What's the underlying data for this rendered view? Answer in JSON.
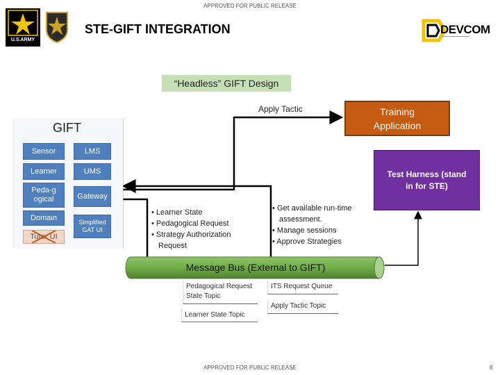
{
  "header": {
    "top_release": "APPROVED FOR PUBLIC RELEASE",
    "title": "STE-GIFT INTEGRATION",
    "army_logo_text": "U.S.ARMY",
    "devcom_logo_text": "DEVCOM"
  },
  "diagram": {
    "headless_label": "“Headless” GIFT Design",
    "apply_tactic_label": "Apply Tactic",
    "training_app": "Training Application",
    "test_harness": "Test Harness (stand in for STE)",
    "gift": {
      "title": "GIFT",
      "boxes": [
        "Sensor",
        "LMS",
        "Learner",
        "UMS",
        "Peda-gogical",
        "Gateway",
        "Domain",
        "Simplified GAT UI",
        "Tutor UI"
      ]
    },
    "left_bullets": [
      "• Learner State",
      "• Pedagogical Request",
      "• Strategy Authorization",
      "Request"
    ],
    "right_bullets": [
      "•  Get available run-time",
      "assessment.",
      "•  Manage sessions",
      "•  Approve Strategies"
    ],
    "message_bus": "Message Bus (External to GIFT)",
    "topics": [
      "Pedagogical Request State Topic",
      "ITS Request Queue",
      "Apply Tactic Topic",
      "Learner State Topic"
    ]
  },
  "footer": {
    "release": "APPROVED FOR PUBLIC RELEASE",
    "page_number": "8"
  },
  "colors": {
    "blue_box": "#4f7fbd",
    "training_orange": "#c55a11",
    "test_harness_purple": "#7030a0",
    "message_bus_green": "#70ad47",
    "headless_bg": "#c5e0b4"
  }
}
